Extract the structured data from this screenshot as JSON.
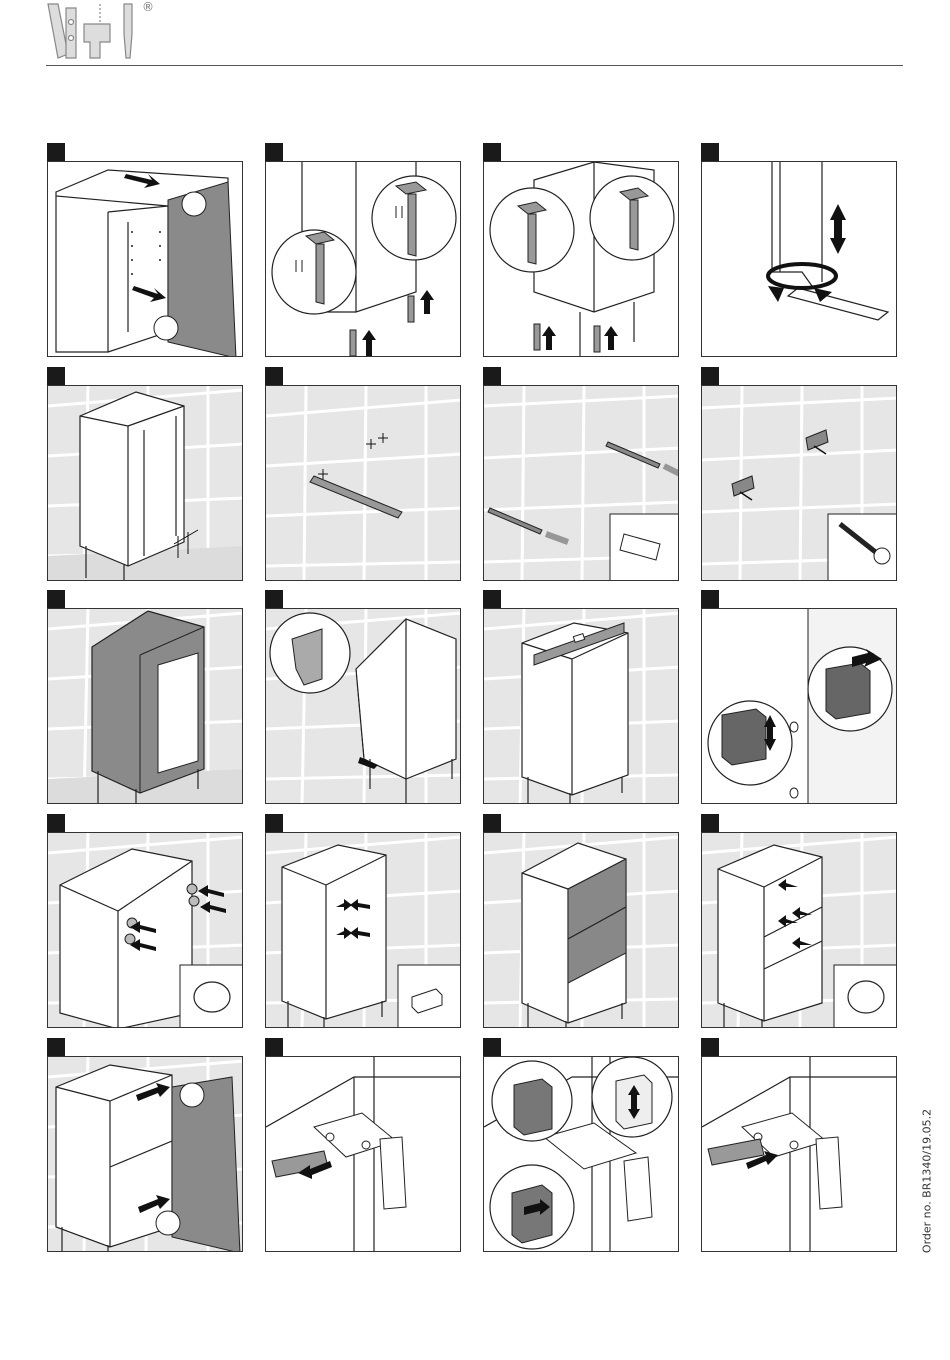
{
  "header": {
    "logo_icons": [
      "ruler-icon",
      "spirit-level-icon",
      "drill-icon",
      "screwdriver-icon"
    ],
    "registered_mark": "®"
  },
  "footer": {
    "order_number": "Order no. BR1340/19.05.2"
  },
  "steps": [
    {
      "id": "remove-door",
      "scene": "door-hinge",
      "icons": [
        "arrow-icon",
        "zoom-circle-icon"
      ]
    },
    {
      "id": "attach-legs-front",
      "scene": "legs",
      "icons": [
        "leg-icon",
        "screw-icon"
      ]
    },
    {
      "id": "attach-legs-back",
      "scene": "legs",
      "icons": [
        "leg-icon",
        "screw-icon"
      ]
    },
    {
      "id": "adjust-leg-height",
      "scene": "leg-adjust",
      "icons": [
        "double-arrow-icon",
        "rotate-arrow-icon"
      ]
    },
    {
      "id": "position-cabinet",
      "scene": "wall-cabinet",
      "icons": [
        "measure-icon"
      ]
    },
    {
      "id": "mark-drill-holes",
      "scene": "wall-mark",
      "icons": [
        "pencil-icon",
        "crosshair-icon"
      ]
    },
    {
      "id": "drill-and-plug",
      "scene": "wall-drill",
      "icons": [
        "drill-bit-icon",
        "wall-plug-icon"
      ]
    },
    {
      "id": "fix-brackets",
      "scene": "wall-brackets",
      "icons": [
        "bracket-icon",
        "screw-icon"
      ]
    },
    {
      "id": "hang-cabinet",
      "scene": "wall-hang",
      "icons": [
        "cabinet-icon"
      ]
    },
    {
      "id": "secure-cabinet",
      "scene": "wall-secure",
      "icons": [
        "zoom-circle-icon",
        "arrow-icon"
      ]
    },
    {
      "id": "level-cabinet",
      "scene": "wall-level",
      "icons": [
        "spirit-level-icon"
      ]
    },
    {
      "id": "adjust-hanger",
      "scene": "hanger-adjust",
      "icons": [
        "adjuster-block-icon",
        "double-arrow-icon"
      ]
    },
    {
      "id": "insert-door-dampers",
      "scene": "wall-dampers",
      "icons": [
        "damper-icon",
        "arrow-icon"
      ]
    },
    {
      "id": "insert-shelf-supports",
      "scene": "wall-supports",
      "icons": [
        "shelf-support-icon"
      ]
    },
    {
      "id": "insert-shelves",
      "scene": "wall-shelves",
      "icons": [
        "shelf-icon"
      ]
    },
    {
      "id": "fit-shelf-bumpers",
      "scene": "wall-bumpers",
      "icons": [
        "bumper-icon"
      ]
    },
    {
      "id": "attach-door",
      "scene": "door-hinge",
      "icons": [
        "arrow-icon",
        "zoom-circle-icon"
      ]
    },
    {
      "id": "remove-hinge-cover",
      "scene": "hinge-cover",
      "icons": [
        "duravit-label-icon",
        "hinge-icon"
      ]
    },
    {
      "id": "adjust-hinge",
      "scene": "hinge-adjust",
      "icons": [
        "zoom-circle-icon",
        "double-arrow-icon"
      ]
    },
    {
      "id": "refit-hinge-cover",
      "scene": "hinge-cover",
      "icons": [
        "duravit-label-icon",
        "hinge-icon"
      ]
    }
  ]
}
